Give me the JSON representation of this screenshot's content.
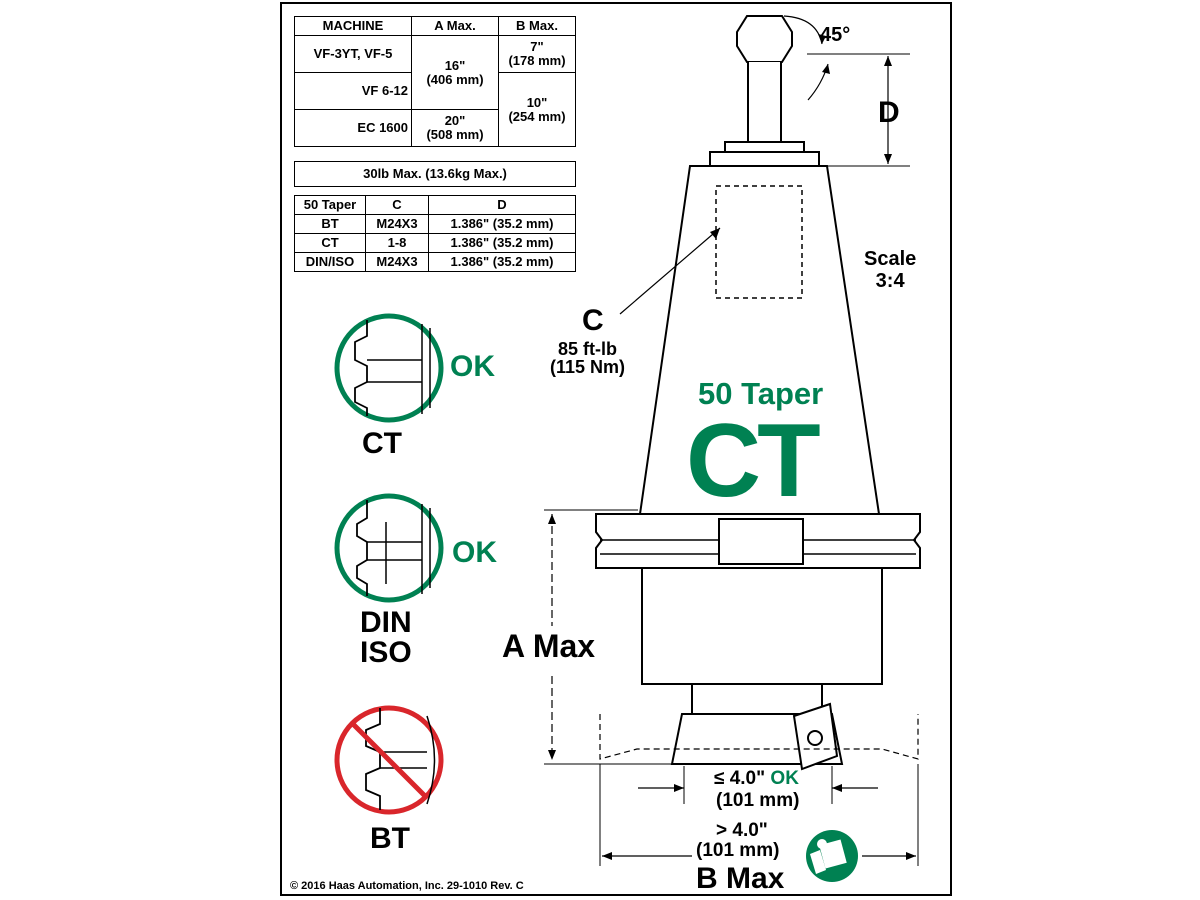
{
  "machine_table": {
    "headers": [
      "MACHINE",
      "A Max.",
      "B Max."
    ],
    "rows": [
      {
        "machine": "VF-3YT, VF-5",
        "b_max": "7\"\n(178 mm)"
      },
      {
        "machine": "VF 6-12"
      },
      {
        "machine": "EC 1600"
      }
    ],
    "a_max_merged": [
      "16\"\n(406 mm)",
      "20\"\n(508 mm)"
    ],
    "b_max_merged": "10\"\n(254 mm)"
  },
  "weight_limit": "30lb Max. (13.6kg Max.)",
  "taper_table": {
    "headers": [
      "50 Taper",
      "C",
      "D"
    ],
    "rows": [
      {
        "type": "BT",
        "c": "M24X3",
        "d": "1.386\" (35.2 mm)"
      },
      {
        "type": "CT",
        "c": "1-8",
        "d": "1.386\" (35.2 mm)"
      },
      {
        "type": "DIN/ISO",
        "c": "M24X3",
        "d": "1.386\" (35.2 mm)"
      }
    ]
  },
  "labels": {
    "angle": "45°",
    "d": "D",
    "scale": "Scale\n3:4",
    "c": "C",
    "torque": "85 ft-lb\n(115 Nm)",
    "taper_title": "50 Taper",
    "taper_type": "CT",
    "a_max": "A Max",
    "b_max": "B Max",
    "ok_under_dim": "≤ 4.0\"",
    "ok_under_ok": "OK",
    "ok_under_mm": "(101 mm)",
    "over_dim": "> 4.0\"",
    "over_mm": "(101 mm)",
    "copyright": "© 2016 Haas Automation, Inc. 29-1010 Rev. C"
  },
  "compat": [
    {
      "name": "CT",
      "status": "OK"
    },
    {
      "name": "DIN\nISO",
      "status": "OK"
    },
    {
      "name": "BT",
      "status": ""
    }
  ],
  "colors": {
    "ok_green": "#008152",
    "no_red": "#d9262b",
    "line": "#000000"
  },
  "icons": [
    "manual-read-icon"
  ]
}
